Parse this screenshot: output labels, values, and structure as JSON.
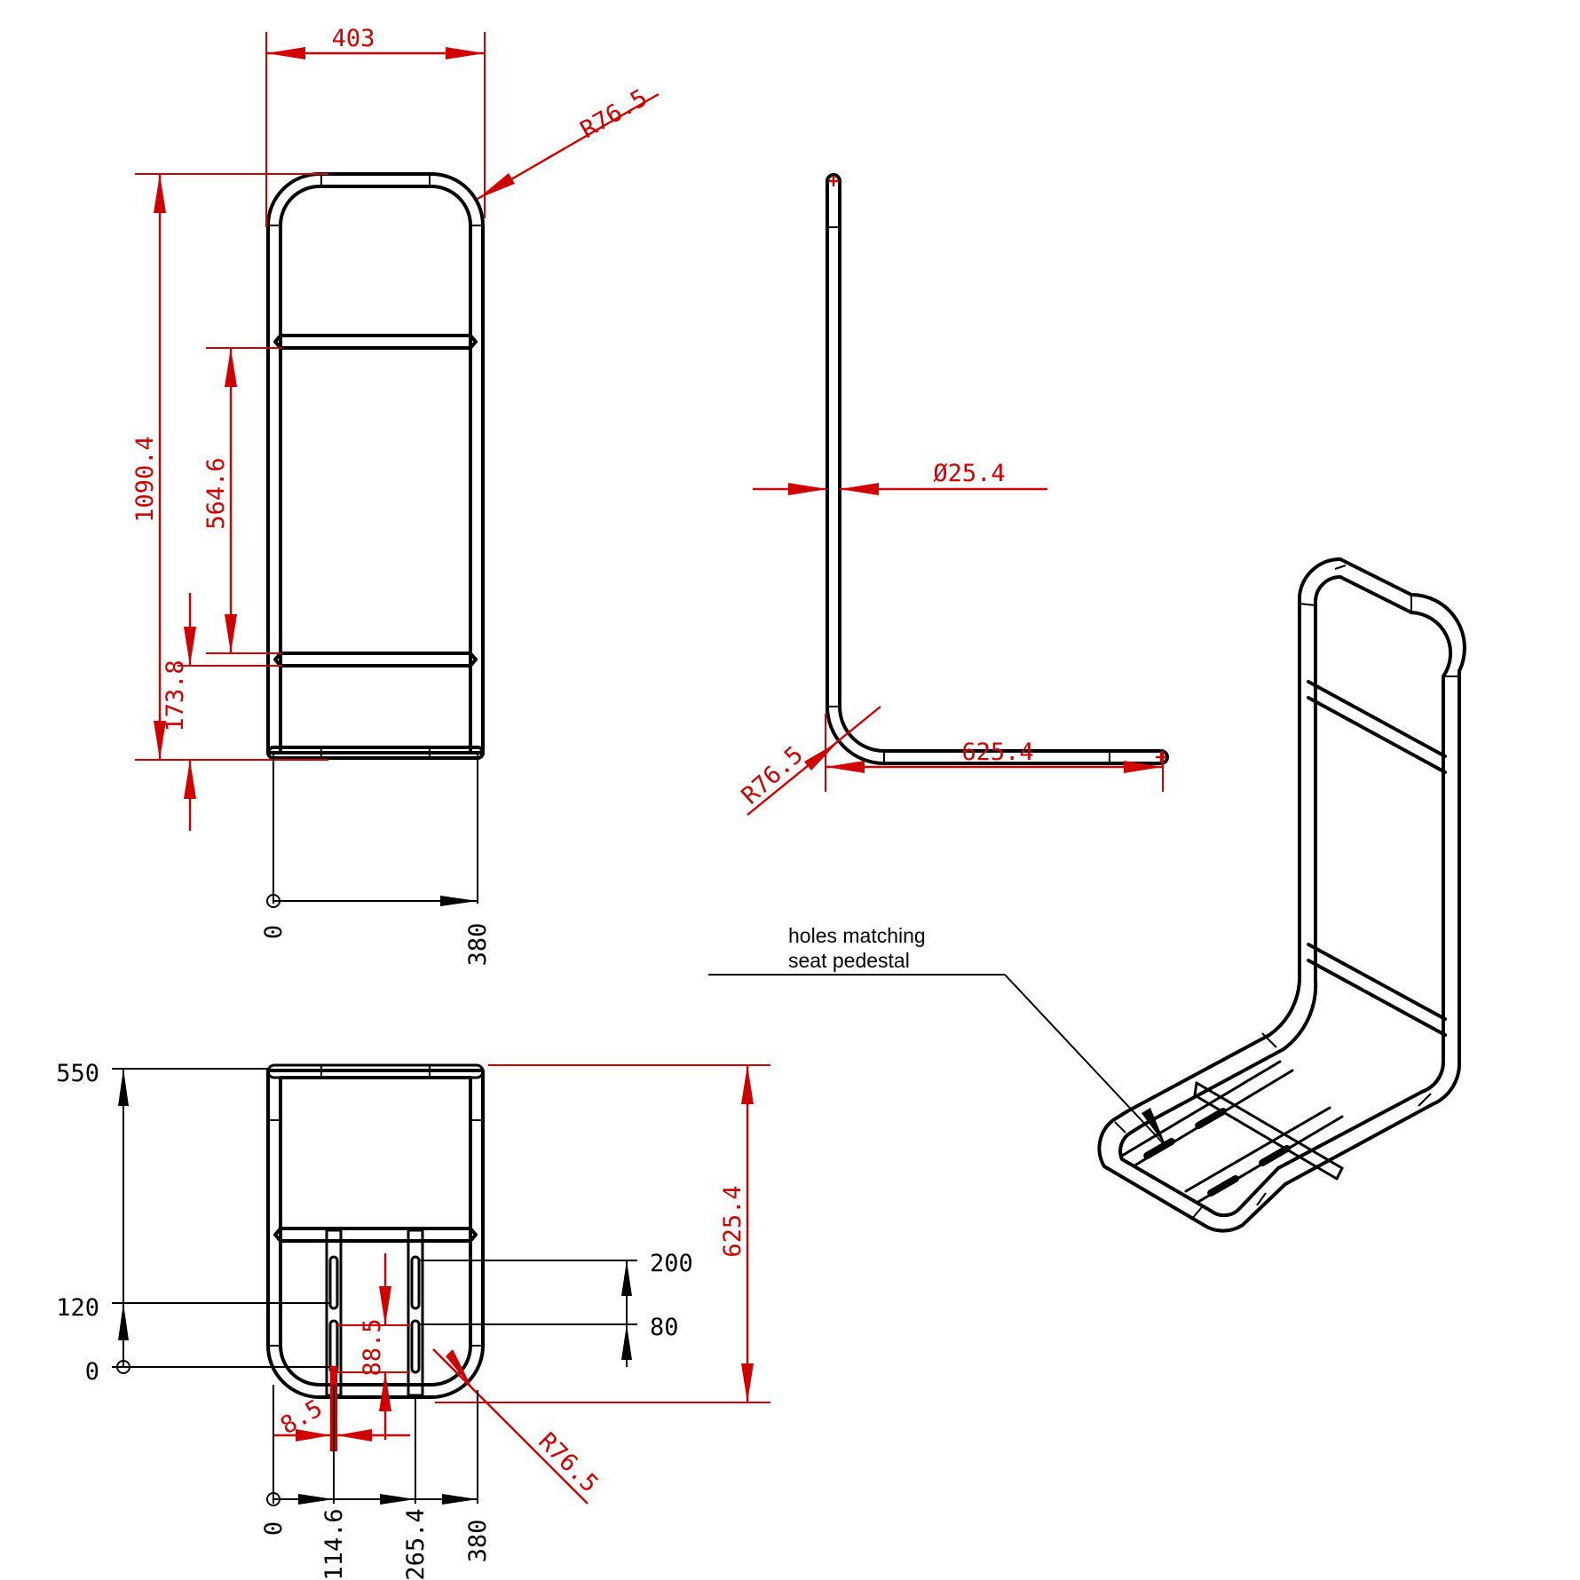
{
  "front_view": {
    "dims": {
      "width": "403",
      "radius": "R76.5",
      "height": "1090.4",
      "rung_spacing": "564.6",
      "bottom_rung": "173.8"
    },
    "ordinates": {
      "zero": "0",
      "end": "380"
    }
  },
  "side_view": {
    "dims": {
      "tube_diameter": "Ø25.4",
      "depth": "625.4",
      "radius": "R76.5"
    }
  },
  "top_view": {
    "left_ordinates": [
      "550",
      "120",
      "0"
    ],
    "right_ordinates": [
      "200",
      "80"
    ],
    "dims": {
      "depth": "625.4",
      "slot_length": "88.5",
      "slot_width": "8.5",
      "radius": "R76.5"
    },
    "bottom_ordinates": [
      "0",
      "114.6",
      "265.4",
      "380"
    ]
  },
  "iso_view": {
    "note_line1": "holes matching",
    "note_line2": "seat pedestal"
  },
  "colors": {
    "dimension": "#d10000",
    "outline": "#000000"
  }
}
